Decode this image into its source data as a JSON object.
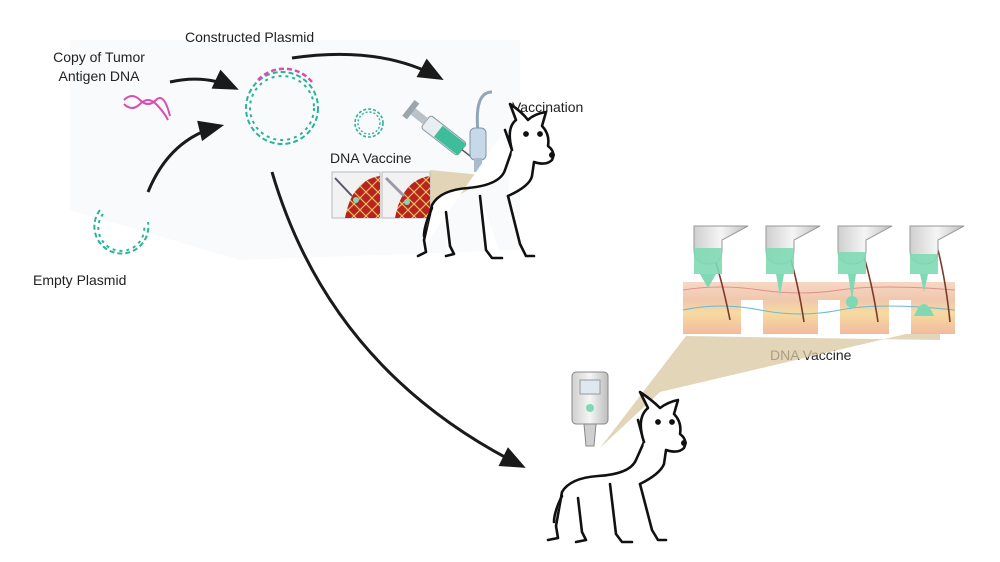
{
  "labels": {
    "tumor_dna_line1": "Copy of Tumor",
    "tumor_dna_line2": "Antigen DNA",
    "constructed_plasmid": "Constructed Plasmid",
    "empty_plasmid": "Empty Plasmid",
    "vaccination": "Vaccination",
    "dna_vaccine_small": "DNA Vaccine",
    "dna_vaccine_large": "DNA Vaccine"
  },
  "colors": {
    "plasmid_teal": "#2bb39a",
    "antigen_magenta": "#d64fb0",
    "arrow": "#1a1a1a",
    "beam": "#d8c7a0",
    "vaccine_green": "#7fd9b4",
    "tissue_red": "#b8231f",
    "skin_pink": "#f3c9b5"
  },
  "icons": [
    "syringe-icon",
    "needle-free-injector-icon",
    "electroporation-device-icon",
    "dog-icon",
    "dna-helix-icon",
    "plasmid-icon"
  ]
}
